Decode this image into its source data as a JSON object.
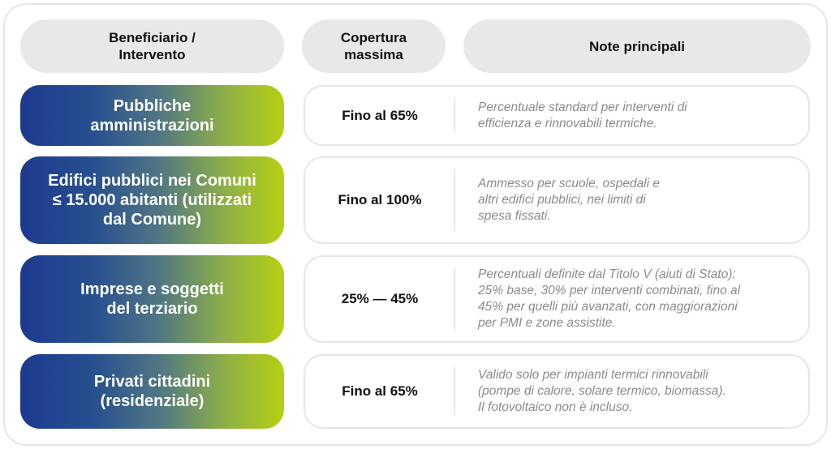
{
  "headers": {
    "beneficiary": "Beneficiario /\nIntervento",
    "coverage": "Copertura\nmassima",
    "notes": "Note principali"
  },
  "rows": [
    {
      "beneficiary": "Pubbliche\namministrazioni",
      "coverage": "Fino al 65%",
      "note": "Percentuale standard per interventi di\nefficienza e rinnovabili termiche."
    },
    {
      "beneficiary": "Edifici pubblici nei Comuni\n≤ 15.000 abitanti (utilizzati\ndal Comune)",
      "coverage": "Fino al 100%",
      "note": "Ammesso per scuole, ospedali e\naltri edifici pubblici, nei limiti di\nspesa fissati."
    },
    {
      "beneficiary": "Imprese e soggetti\ndel terziario",
      "coverage": "25% — 45%",
      "note": "Percentuali definite dal Titolo V (aiuti di Stato):\n25% base, 30% per interventi combinati, fino al\n45% per quelli più avanzati, con maggiorazioni\nper PMI e zone assistite."
    },
    {
      "beneficiary": "Privati cittadini\n(residenziale)",
      "coverage": "Fino al 65%",
      "note": "Valido solo per impianti termici rinnovabili\n(pompe di calore, solare termico, biomassa).\nIl fotovoltaico non è incluso."
    }
  ],
  "colors": {
    "gradient_start": "#1c3a8f",
    "gradient_end": "#b7cf12",
    "header_bg": "#e8e8e8",
    "note_text": "#8a8a8a",
    "border": "#e6e6e6"
  }
}
